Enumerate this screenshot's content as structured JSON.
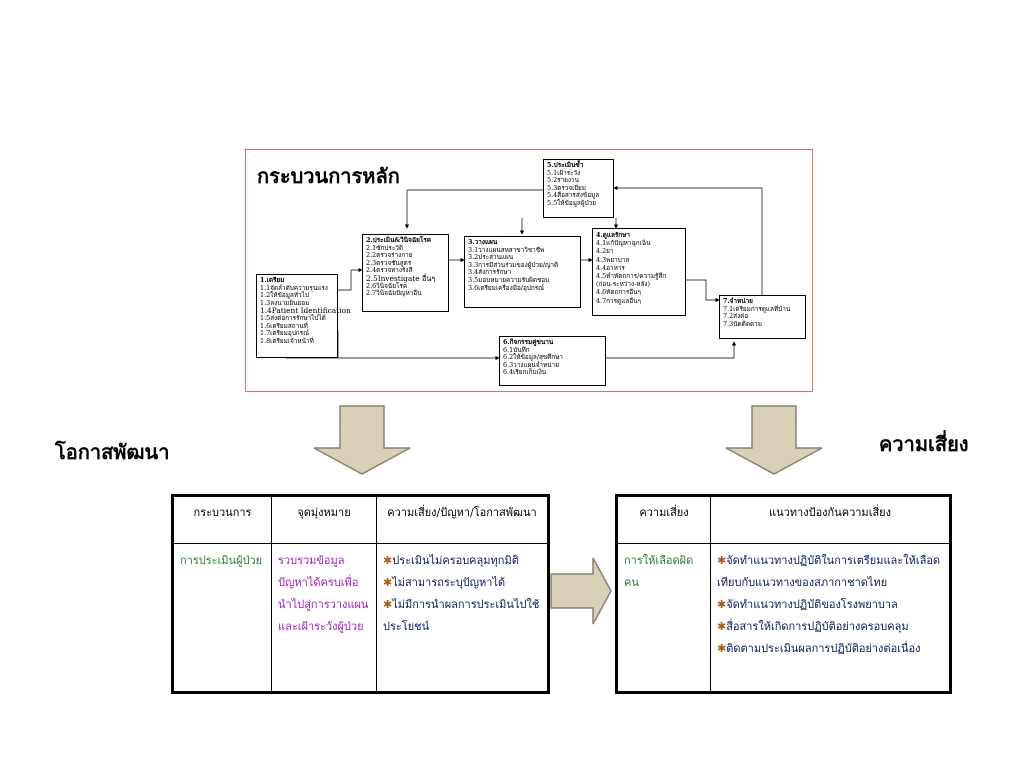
{
  "diagram": {
    "title": "กระบวนการหลัก",
    "boxes": [
      {
        "head": "1.เตรียม",
        "items": [
          "1.1จัดลำดับความรุนแรง",
          "1.2ให้ข้อมูลทั่วไป",
          "1.3ลงนามยินยอม",
          "1.4Patient Identification",
          "1.5ส่งต่อการรักษาไปได้",
          "1.6เตรียมสถานที่",
          "1.7เตรียมอุปกรณ์",
          "1.8เตรียมเจ้าหน้าที่"
        ]
      },
      {
        "head": "2.ประเมิน&วินิจฉัยโรค",
        "items": [
          "2.1ซักประวัติ",
          "2.2ตรวจร่างกาย",
          "2.3ตรวจชันสูตร",
          "2.4ตรวจทางรังสี",
          "2.5Investigate อื่นๆ",
          "2.6วินิจฉัยโรค",
          "2.7วินิจฉัยปัญหาอื่น"
        ]
      },
      {
        "head": "3.วางแผน",
        "items": [
          "3.1วางแผนสหสาขาวิชาชีพ",
          "3.2ประสานแผน",
          "3.3การมีส่วนร่วมของผู้ป่วย/ญาติ",
          "3.4สั่งการรักษา",
          "3.5มอบหมายความรับผิดชอบ",
          "3.6เตรียมเครื่องมือ/อุปกรณ์"
        ]
      },
      {
        "head": "4.ดูแลรักษา",
        "items": [
          "4.1แก้ปัญหาฉุกเฉิน",
          "4.2ยา",
          "4.3พยาบาล",
          "4.4อาหาร",
          "4.5ทำหัตถการ/ความรู้สึก",
          "(ก่อน-ระหว่าง-หลัง)",
          "4.6หัตถการอื่นๆ",
          "4.7การดูแลอื่นๆ"
        ]
      },
      {
        "head": "5.ประเมินซ้ำ",
        "items": [
          "5.1เฝ้าระวัง",
          "5.2รายงาน",
          "5.3ตรวจเยี่ยม",
          "5.4สื่อสารส่งข้อมูล",
          "5.5ให้ข้อมูลผู้ป่วย"
        ]
      },
      {
        "head": "6.กิจกรรมคู่ขนาน",
        "items": [
          "6.1บันทึก",
          "6.2ให้ข้อมูล/สุขศึกษา",
          "6.3วางแผนจำหน่าย",
          "6.4เรียกเก็บเงิน"
        ]
      },
      {
        "head": "7.จำหน่าย",
        "items": [
          "7.1เตรียมการดูแลที่บ้าน",
          "7.2ส่งต่อ",
          "7.3นัดติดตาม"
        ]
      }
    ]
  },
  "labels": {
    "left": "โอกาสพัฒนา",
    "right": "ความเสี่ยง"
  },
  "left_table": {
    "headers": [
      "กระบวนการ",
      "จุดมุ่งหมาย",
      "ความเสี่ยง/ปัญหา/โอกาสพัฒนา"
    ],
    "process": "การประเมินผู้ป่วย",
    "goal": "รวบรวมข้อมูลปัญหาได้ครบเพื่อนำไปสู่การวางแผนและเฝ้าระวังผู้ป่วย",
    "issues": [
      "ประเมินไม่ครอบคลุมทุกมิติ",
      "ไม่สามารถระบุปัญหาได้",
      "ไม่มีการนำผลการประเมินไปใช้ประโยชน์"
    ]
  },
  "right_table": {
    "headers": [
      "ความเสี่ยง",
      "แนวทางป้องกันความเสี่ยง"
    ],
    "risk": "การให้เลือดผิดคน",
    "measures": [
      "จัดทำแนวทางปฏิบัติในการเตรียมและให้เลือดเทียบกับแนวทางของสภากาชาดไทย",
      "จัดทำแนวทางปฏิบัติของโรงพยาบาล",
      "สื่อสารให้เกิดการปฏิบัติอย่างครอบคลุม",
      "ติดตามประเมินผลการปฏิบัติอย่างต่อเนื่อง"
    ]
  },
  "colors": {
    "diagram_border": "#e07070",
    "arrow_fill": "#d9d0b8",
    "arrow_stroke": "#8a8270",
    "green_text": "#2e7d32",
    "purple_text": "#a020c0",
    "navy_text": "#0a1a60",
    "bullet_mark": "#b05a1a"
  },
  "icons": {
    "down_arrow": "block-down-arrow-icon",
    "right_arrow": "block-right-arrow-icon",
    "bullet": "asterisk-bullet-icon"
  }
}
